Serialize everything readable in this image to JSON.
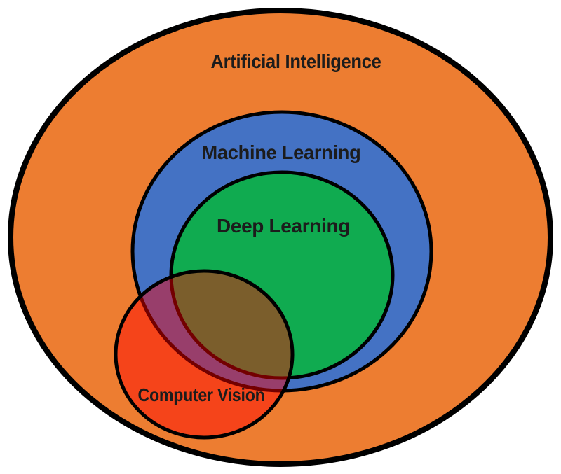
{
  "diagram": {
    "type": "nested-venn",
    "background": "#ffffff",
    "outline_color": "#000000",
    "label_color": "#1c1c1c",
    "sets": [
      {
        "id": "artificial-intelligence",
        "label": "Artificial Intelligence",
        "color": "#ED7D31",
        "fill_opacity": 1
      },
      {
        "id": "machine-learning",
        "label": "Machine Learning",
        "color": "#4472C4",
        "fill_opacity": 1
      },
      {
        "id": "deep-learning",
        "label": "Deep Learning",
        "color": "#10AB50",
        "fill_opacity": 1
      },
      {
        "id": "computer-vision",
        "label": "Computer Vision",
        "color": "#FF0000",
        "fill_opacity": 0.45
      }
    ],
    "containment": "Computer Vision overlaps Deep Learning and Machine Learning; Deep Learning is inside Machine Learning; Machine Learning is inside Artificial Intelligence"
  }
}
